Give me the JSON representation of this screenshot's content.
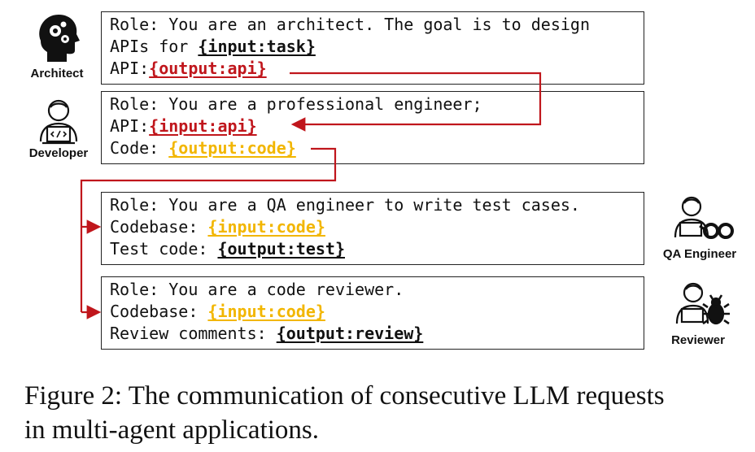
{
  "agents": {
    "architect": {
      "label": "Architect",
      "icon": "head-gears-icon"
    },
    "developer": {
      "label": "Developer",
      "icon": "developer-laptop-icon"
    },
    "qa": {
      "label": "QA Engineer",
      "icon": "person-glasses-icon"
    },
    "reviewer": {
      "label": "Reviewer",
      "icon": "person-bug-icon"
    }
  },
  "boxes": {
    "architect": {
      "line1": "Role: You are an architect. The goal is to design",
      "line2_prefix": "APIs for ",
      "line2_placeholder": "{input:task}",
      "line3_prefix": "API:",
      "line3_placeholder": "{output:api}"
    },
    "developer": {
      "line1": "Role: You are a professional engineer;",
      "line2_prefix": "API:",
      "line2_placeholder": "{input:api}",
      "line3_prefix": "Code: ",
      "line3_placeholder": "{output:code}"
    },
    "qa": {
      "line1": "Role: You are a QA engineer to write test cases.",
      "line2_prefix": "Codebase: ",
      "line2_placeholder": "{input:code}",
      "line3_prefix": "Test code: ",
      "line3_placeholder": "{output:test}"
    },
    "reviewer": {
      "line1": "Role: You are a code reviewer.",
      "line2_prefix": "Codebase: ",
      "line2_placeholder": "{input:code}",
      "line3_prefix": "Review comments: ",
      "line3_placeholder": "{output:review}"
    }
  },
  "colors": {
    "api": "#c0161c",
    "code": "#f2b600",
    "plain": "#111111"
  },
  "caption": {
    "line1": "Figure 2: The communication of consecutive LLM requests",
    "line2": "in multi-agent applications."
  }
}
